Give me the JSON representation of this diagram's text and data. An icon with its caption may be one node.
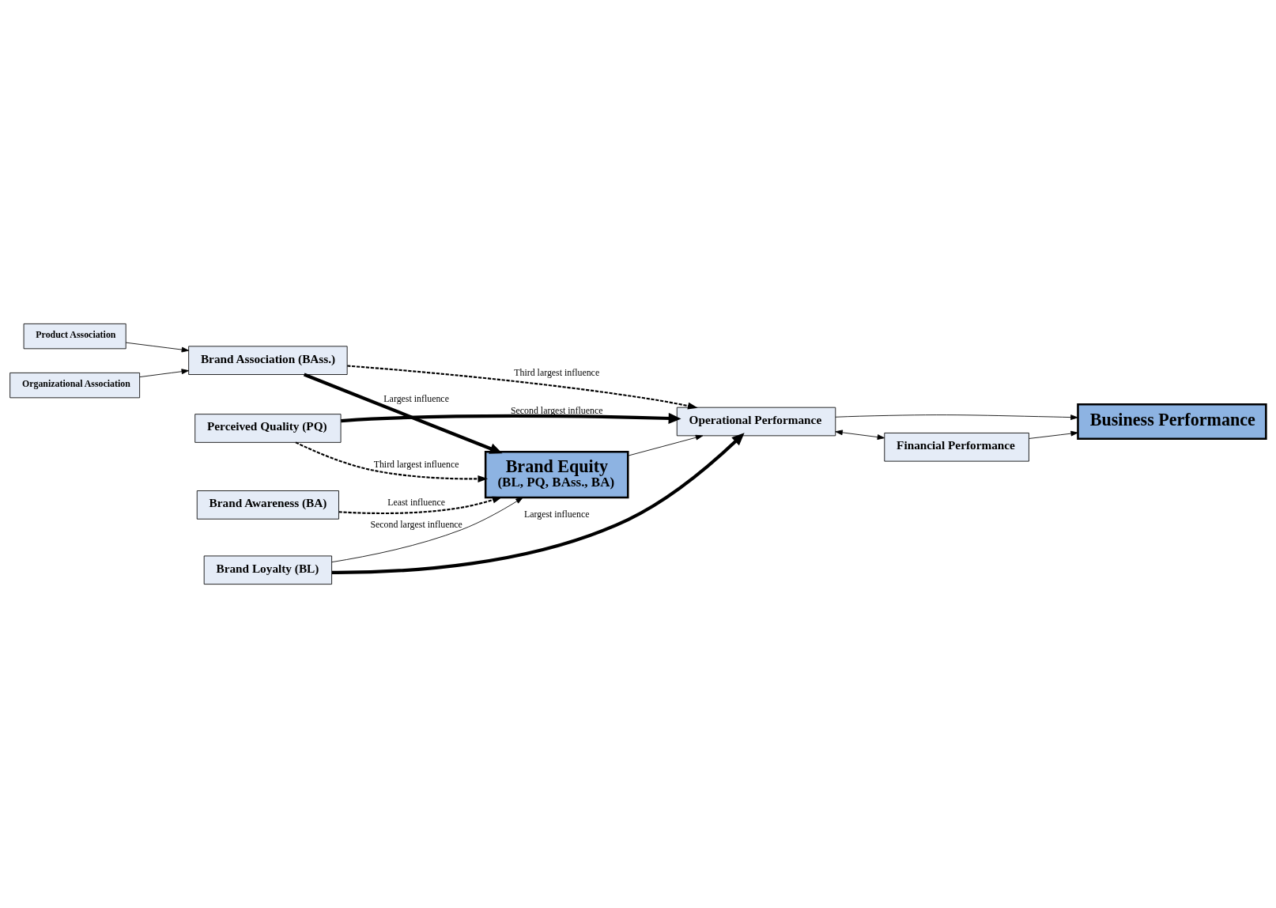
{
  "diagram": {
    "nodes": [
      {
        "text": [
          "Product Association"
        ]
      },
      {
        "text": [
          "Organizational Association"
        ]
      },
      {
        "text": [
          "Brand Association (BAss.)"
        ]
      },
      {
        "text": [
          "Brand Loyalty (BL)"
        ]
      },
      {
        "text": [
          "Brand Equity",
          "(BL, PQ, BAss., BA)"
        ]
      },
      {
        "text": [
          "Operational Performance"
        ]
      },
      {
        "text": [
          "Business Performance"
        ]
      },
      {
        "text": [
          "Perceived Quality (PQ)"
        ]
      },
      {
        "text": [
          "Financial Performance"
        ]
      },
      {
        "text": [
          "Brand Awareness (BA)"
        ]
      }
    ],
    "edges": [
      {
        "from": 0,
        "to": 2,
        "arrow": "to"
      },
      {
        "from": 1,
        "to": 2,
        "arrow": "to"
      },
      {
        "from": 2,
        "to": 4,
        "arrow": "to",
        "label": "Largest influence",
        "style": "thick"
      },
      {
        "from": 2,
        "to": 5,
        "arrow": "to",
        "label": "Third largest influence",
        "style": "dashed"
      },
      {
        "from": 3,
        "to": 4,
        "arrow": "to",
        "label": "Second largest influence"
      },
      {
        "from": 3,
        "to": 5,
        "arrow": "to",
        "label": "Largest influence",
        "style": "thick"
      },
      {
        "from": 4,
        "to": 5,
        "arrow": "to"
      },
      {
        "from": 5,
        "to": 6,
        "arrow": "to"
      },
      {
        "from": 5,
        "to": 8,
        "arrow": "both"
      },
      {
        "from": 7,
        "to": 4,
        "arrow": "to",
        "label": "Third largest influence",
        "style": "dashed"
      },
      {
        "from": 7,
        "to": 5,
        "arrow": "to",
        "label": "Second largest influence",
        "style": "thick"
      },
      {
        "from": 9,
        "to": 4,
        "arrow": "to",
        "label": "Least influence",
        "style": "dashed"
      },
      {
        "from": 8,
        "to": 6,
        "arrow": "to"
      }
    ]
  }
}
